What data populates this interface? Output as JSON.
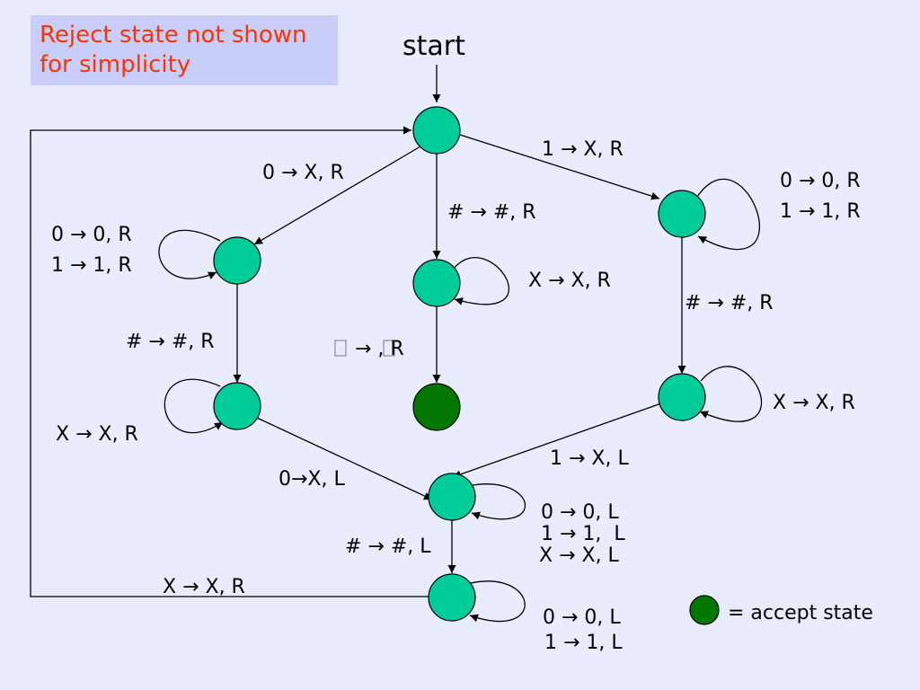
{
  "note": {
    "line1": "Reject state not shown",
    "line2": "for simplicity"
  },
  "start_label": "start",
  "legend": {
    "text": "= accept state",
    "accept_color": "#007700"
  },
  "state_color": "#00cc99",
  "labels": {
    "s0_to_left": "0 → X, R",
    "s0_to_right": "1 → X, R",
    "s0_to_mid": "# → #, R",
    "left_loop_1": "0 → 0, R",
    "left_loop_2": "1 → 1, R",
    "right_loop_1": "0 → 0, R",
    "right_loop_2": "1 → 1, R",
    "mid_loop": "X → X, R",
    "mid_to_accept_tail": "→ , R",
    "left_hash": "# → #, R",
    "right_hash": "# → #, R",
    "leftlow_loop": "X → X, R",
    "rightlow_loop": "X → X, R",
    "leftlow_to_back": "0→X, L",
    "rightlow_to_back": "1 → X, L",
    "back_loop_1": "0 → 0, L",
    "back_loop_2": "1 → 1,  L",
    "back_loop_3": "X → X, L",
    "back_hash": "# → #, L",
    "return_edge": "X → X, R",
    "return_loop_1": "0 → 0, L",
    "return_loop_2": "1 → 1, L"
  }
}
